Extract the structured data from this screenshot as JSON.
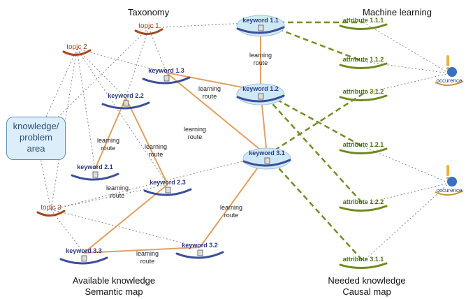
{
  "headings": {
    "taxonomy": "Taxonomy",
    "machine_learning": "Machine learning",
    "available_line1": "Available knowledge",
    "available_line2": "Semantic map",
    "needed_line1": "Needed knowledge",
    "needed_line2": "Causal map"
  },
  "knowledge_area": [
    "knowledge/",
    "problem",
    "area"
  ],
  "topics": [
    "topic 1",
    "topic 2",
    "topic 3"
  ],
  "keywords": [
    "keyword 1.1",
    "keyword 1.2",
    "keyword 1.3",
    "keyword 2.1",
    "keyword 2.2",
    "keyword 2.3",
    "keyword 3.1",
    "keyword 3.2",
    "keyword 3.3"
  ],
  "attributes": [
    "attribute 1.1.1",
    "attribute 1.1.2",
    "attribute 3.1.2",
    "attribute 1.2.1",
    "attribute 1.2.2",
    "attribute 3.1.1"
  ],
  "occurence_label": "occurence",
  "route_label": [
    "learning",
    "route"
  ],
  "colors": {
    "topic": "#a04a20",
    "keyword_border": "#3a4e9a",
    "keyword_active_fill": "#cfe8f6",
    "attribute": "#6f8a1e",
    "route_line": "#e0a060",
    "dashed_green": "#6f8f28",
    "dotted_gray": "#888888"
  }
}
